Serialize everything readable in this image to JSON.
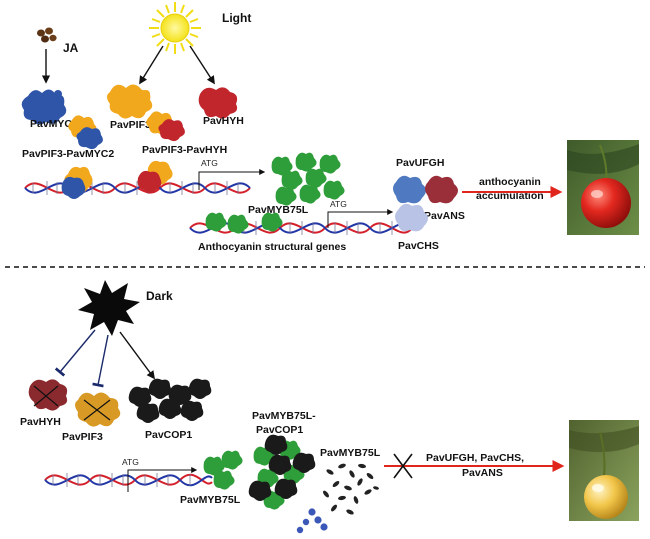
{
  "top_panel": {
    "signal_ja": "JA",
    "signal_light": "Light",
    "myc2": "PavMYC2",
    "pif3": "PavPIF3",
    "hyh": "PavHYH",
    "pif3_myc2": "PavPIF3-PavMYC2",
    "pif3_hyh": "PavPIF3-PavHYH",
    "atg_1": "ATG",
    "myb75l": "PavMYB75L",
    "atg_2": "ATG",
    "structural_genes": "Anthocyanin structural genes",
    "ufgh": "PavUFGH",
    "ans": "PavANS",
    "chs": "PavCHS",
    "outcome_line1": "anthocyanin",
    "outcome_line2": "accumulation"
  },
  "bottom_panel": {
    "signal_dark": "Dark",
    "hyh": "PavHYH",
    "pif3": "PavPIF3",
    "cop1": "PavCOP1",
    "atg": "ATG",
    "myb75l": "PavMYB75L",
    "complex_line1": "PavMYB75L-",
    "complex_line2": "PavCOP1",
    "myb75l_degraded": "PavMYB75L",
    "blocked_genes_line1": "PavUFGH, PavCHS,",
    "blocked_genes_line2": "PavANS"
  },
  "colors": {
    "myc2": "#2f55a8",
    "pif3": "#f2a81d",
    "hyh": "#c0262c",
    "myb75l": "#2e9e3a",
    "cop1": "#1a1a1a",
    "ans": "#9a2f3a",
    "chs": "#b9c3e6",
    "ufgh": "#4f79c0",
    "arrow_red": "#e0261c",
    "dna_red": "#d3202a",
    "dna_blue": "#2236a5"
  }
}
